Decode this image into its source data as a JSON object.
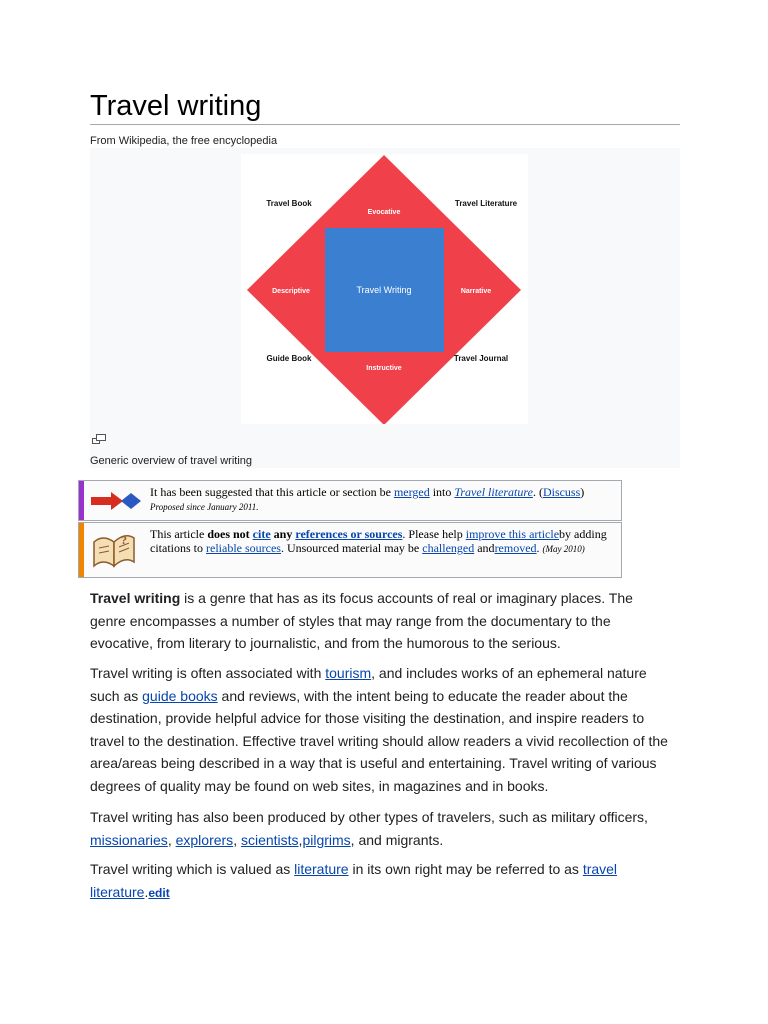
{
  "article": {
    "title": "Travel writing",
    "tagline": "From Wikipedia, the free encyclopedia"
  },
  "figure": {
    "caption": "Generic overview of travel writing",
    "diagram": {
      "center": "Travel Writing",
      "top": "Evocative",
      "left": "Descriptive",
      "right": "Narrative",
      "bottom": "Instructive",
      "corner_tl": "Travel Book",
      "corner_tr": "Travel Literature",
      "corner_bl": "Guide Book",
      "corner_br": "Travel Journal",
      "colors": {
        "diamond": "#f0404a",
        "square": "#3b7fd0",
        "text_light": "#ffffff",
        "text_dark": "#111111"
      }
    },
    "icons": {
      "enlarge": "enlarge-icon"
    }
  },
  "merge_notice": {
    "stripe_color": "#9932cc",
    "icon": "merge-arrows-icon",
    "t1": "It has been suggested that this article or section be ",
    "link_merged": "merged",
    "t2": " into ",
    "link_target": "Travel literature",
    "t3": ". (",
    "link_discuss": "Discuss",
    "t4": ") ",
    "date": "Proposed since January 2011."
  },
  "refs_notice": {
    "stripe_color": "#f28500",
    "icon": "open-book-icon",
    "t1": "This article ",
    "bold1": "does not",
    "link_cite": "cite",
    "bold2": " any ",
    "link_refs": "references or sources",
    "t2": ". Please help ",
    "link_improve": "improve this article",
    "t3": "by adding citations to ",
    "link_reliable": "reliable sources",
    "t4": ". Unsourced material may be ",
    "link_challenged": "challenged",
    "t5": " and",
    "link_removed": "removed",
    "t6": ". ",
    "date": "(May 2010)"
  },
  "paragraphs": {
    "p1": {
      "bold": "Travel writing",
      "text": " is a genre that has as its focus accounts of real or imaginary places. The genre encompasses a number of styles that may range from the documentary to the evocative, from literary to journalistic, and from the humorous to the serious."
    },
    "p2": {
      "t1": "Travel writing is often associated with ",
      "link_tourism": "tourism",
      "t2": ", and includes works of an ephemeral nature such as ",
      "link_guide": "guide books",
      "t3": " and reviews, with the intent being to educate the reader about the destination, provide helpful advice for those visiting the destination, and inspire readers to travel to the destination. Effective travel writing should allow readers a vivid recollection of the area/areas being described in a way that is useful and entertaining. Travel writing of various degrees of quality may be found on web sites, in magazines and in books."
    },
    "p3": {
      "t1": "Travel writing has also been produced by other types of travelers, such as military officers, ",
      "link_missionaries": "missionaries",
      "sep1": ", ",
      "link_explorers": "explorers",
      "sep2": ", ",
      "link_scientists": "scientists",
      "sep3": ",",
      "link_pilgrims": "pilgrims",
      "t2": ", and migrants."
    },
    "p4": {
      "t1": "Travel writing which is valued as ",
      "link_literature": "literature",
      "t2": " in its own right may be referred to as ",
      "link_travel_lit": "travel literature",
      "t3": ".",
      "edit": "edit"
    }
  }
}
